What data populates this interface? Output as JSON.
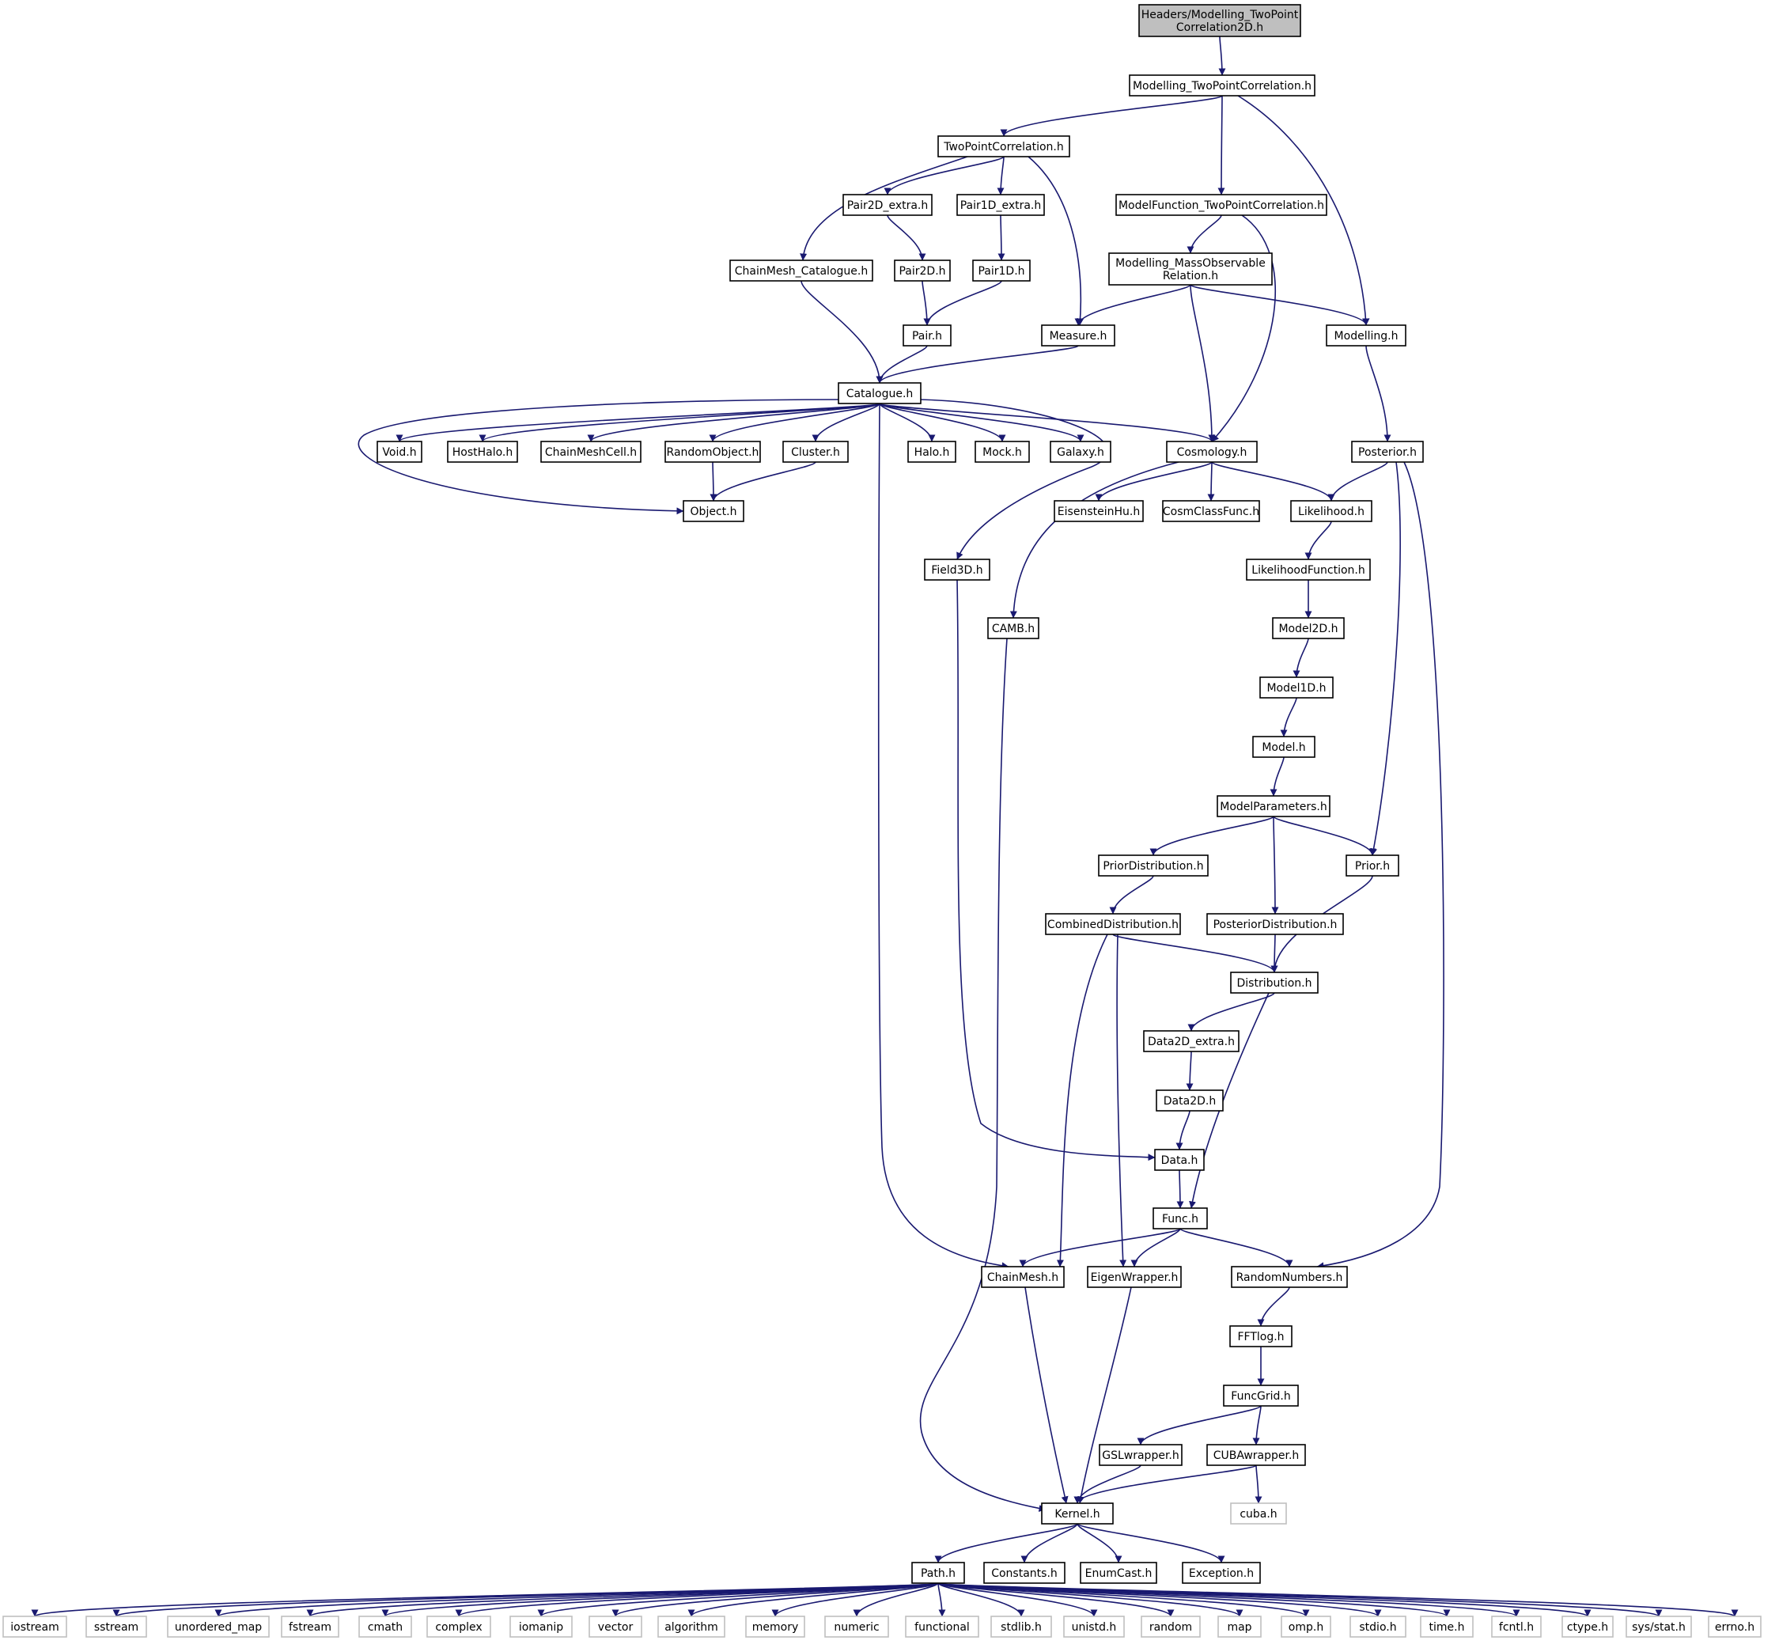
{
  "colors": {
    "edge": "#191970",
    "border": "#000000",
    "root_fill": "#bfbfbf",
    "system_border": "#bfbfbf"
  },
  "nodes": [
    {
      "id": "root",
      "lines": [
        "Headers/Modelling_TwoPoint",
        "Correlation2D.h"
      ],
      "kind": "root"
    },
    {
      "id": "mtpc",
      "lines": [
        "Modelling_TwoPointCorrelation.h"
      ],
      "kind": "local"
    },
    {
      "id": "tpc",
      "lines": [
        "TwoPointCorrelation.h"
      ],
      "kind": "local"
    },
    {
      "id": "mftpc",
      "lines": [
        "ModelFunction_TwoPointCorrelation.h"
      ],
      "kind": "local"
    },
    {
      "id": "modelling",
      "lines": [
        "Modelling.h"
      ],
      "kind": "local"
    },
    {
      "id": "cmcat",
      "lines": [
        "ChainMesh_Catalogue.h"
      ],
      "kind": "local"
    },
    {
      "id": "p2dx",
      "lines": [
        "Pair2D_extra.h"
      ],
      "kind": "local"
    },
    {
      "id": "p1dx",
      "lines": [
        "Pair1D_extra.h"
      ],
      "kind": "local"
    },
    {
      "id": "measure",
      "lines": [
        "Measure.h"
      ],
      "kind": "local"
    },
    {
      "id": "mmor",
      "lines": [
        "Modelling_MassObservable",
        "Relation.h"
      ],
      "kind": "local"
    },
    {
      "id": "p2d",
      "lines": [
        "Pair2D.h"
      ],
      "kind": "local"
    },
    {
      "id": "p1d",
      "lines": [
        "Pair1D.h"
      ],
      "kind": "local"
    },
    {
      "id": "pair",
      "lines": [
        "Pair.h"
      ],
      "kind": "local"
    },
    {
      "id": "catalogue",
      "lines": [
        "Catalogue.h"
      ],
      "kind": "local"
    },
    {
      "id": "void",
      "lines": [
        "Void.h"
      ],
      "kind": "local"
    },
    {
      "id": "hosthalo",
      "lines": [
        "HostHalo.h"
      ],
      "kind": "local"
    },
    {
      "id": "cmcell",
      "lines": [
        "ChainMeshCell.h"
      ],
      "kind": "local"
    },
    {
      "id": "randobj",
      "lines": [
        "RandomObject.h"
      ],
      "kind": "local"
    },
    {
      "id": "cluster",
      "lines": [
        "Cluster.h"
      ],
      "kind": "local"
    },
    {
      "id": "halo",
      "lines": [
        "Halo.h"
      ],
      "kind": "local"
    },
    {
      "id": "mock",
      "lines": [
        "Mock.h"
      ],
      "kind": "local"
    },
    {
      "id": "galaxy",
      "lines": [
        "Galaxy.h"
      ],
      "kind": "local"
    },
    {
      "id": "cosmology",
      "lines": [
        "Cosmology.h"
      ],
      "kind": "local"
    },
    {
      "id": "posterior",
      "lines": [
        "Posterior.h"
      ],
      "kind": "local"
    },
    {
      "id": "object",
      "lines": [
        "Object.h"
      ],
      "kind": "local"
    },
    {
      "id": "eisenstein",
      "lines": [
        "EisensteinHu.h"
      ],
      "kind": "local"
    },
    {
      "id": "cosmclass",
      "lines": [
        "CosmClassFunc.h"
      ],
      "kind": "local"
    },
    {
      "id": "likelihood",
      "lines": [
        "Likelihood.h"
      ],
      "kind": "local"
    },
    {
      "id": "field3d",
      "lines": [
        "Field3D.h"
      ],
      "kind": "local"
    },
    {
      "id": "likefunc",
      "lines": [
        "LikelihoodFunction.h"
      ],
      "kind": "local"
    },
    {
      "id": "camb",
      "lines": [
        "CAMB.h"
      ],
      "kind": "local"
    },
    {
      "id": "model2d",
      "lines": [
        "Model2D.h"
      ],
      "kind": "local"
    },
    {
      "id": "model1d",
      "lines": [
        "Model1D.h"
      ],
      "kind": "local"
    },
    {
      "id": "model",
      "lines": [
        "Model.h"
      ],
      "kind": "local"
    },
    {
      "id": "modelparams",
      "lines": [
        "ModelParameters.h"
      ],
      "kind": "local"
    },
    {
      "id": "priordist",
      "lines": [
        "PriorDistribution.h"
      ],
      "kind": "local"
    },
    {
      "id": "prior",
      "lines": [
        "Prior.h"
      ],
      "kind": "local"
    },
    {
      "id": "combdist",
      "lines": [
        "CombinedDistribution.h"
      ],
      "kind": "local"
    },
    {
      "id": "postdist",
      "lines": [
        "PosteriorDistribution.h"
      ],
      "kind": "local"
    },
    {
      "id": "distribution",
      "lines": [
        "Distribution.h"
      ],
      "kind": "local"
    },
    {
      "id": "data2dx",
      "lines": [
        "Data2D_extra.h"
      ],
      "kind": "local"
    },
    {
      "id": "data2d",
      "lines": [
        "Data2D.h"
      ],
      "kind": "local"
    },
    {
      "id": "data",
      "lines": [
        "Data.h"
      ],
      "kind": "local"
    },
    {
      "id": "func",
      "lines": [
        "Func.h"
      ],
      "kind": "local"
    },
    {
      "id": "chainmesh",
      "lines": [
        "ChainMesh.h"
      ],
      "kind": "local"
    },
    {
      "id": "eigen",
      "lines": [
        "EigenWrapper.h"
      ],
      "kind": "local"
    },
    {
      "id": "randnum",
      "lines": [
        "RandomNumbers.h"
      ],
      "kind": "local"
    },
    {
      "id": "fftlog",
      "lines": [
        "FFTlog.h"
      ],
      "kind": "local"
    },
    {
      "id": "funcgrid",
      "lines": [
        "FuncGrid.h"
      ],
      "kind": "local"
    },
    {
      "id": "gsl",
      "lines": [
        "GSLwrapper.h"
      ],
      "kind": "local"
    },
    {
      "id": "cuba",
      "lines": [
        "CUBAwrapper.h"
      ],
      "kind": "local"
    },
    {
      "id": "kernel",
      "lines": [
        "Kernel.h"
      ],
      "kind": "local"
    },
    {
      "id": "cubah",
      "lines": [
        "cuba.h"
      ],
      "kind": "system"
    },
    {
      "id": "path",
      "lines": [
        "Path.h"
      ],
      "kind": "local"
    },
    {
      "id": "constants",
      "lines": [
        "Constants.h"
      ],
      "kind": "local"
    },
    {
      "id": "enumcast",
      "lines": [
        "EnumCast.h"
      ],
      "kind": "local"
    },
    {
      "id": "exception",
      "lines": [
        "Exception.h"
      ],
      "kind": "local"
    },
    {
      "id": "s_iostream",
      "lines": [
        "iostream"
      ],
      "kind": "system"
    },
    {
      "id": "s_sstream",
      "lines": [
        "sstream"
      ],
      "kind": "system"
    },
    {
      "id": "s_umap",
      "lines": [
        "unordered_map"
      ],
      "kind": "system"
    },
    {
      "id": "s_fstream",
      "lines": [
        "fstream"
      ],
      "kind": "system"
    },
    {
      "id": "s_cmath",
      "lines": [
        "cmath"
      ],
      "kind": "system"
    },
    {
      "id": "s_complex",
      "lines": [
        "complex"
      ],
      "kind": "system"
    },
    {
      "id": "s_iomanip",
      "lines": [
        "iomanip"
      ],
      "kind": "system"
    },
    {
      "id": "s_vector",
      "lines": [
        "vector"
      ],
      "kind": "system"
    },
    {
      "id": "s_algorithm",
      "lines": [
        "algorithm"
      ],
      "kind": "system"
    },
    {
      "id": "s_memory",
      "lines": [
        "memory"
      ],
      "kind": "system"
    },
    {
      "id": "s_numeric",
      "lines": [
        "numeric"
      ],
      "kind": "system"
    },
    {
      "id": "s_functional",
      "lines": [
        "functional"
      ],
      "kind": "system"
    },
    {
      "id": "s_stdlib",
      "lines": [
        "stdlib.h"
      ],
      "kind": "system"
    },
    {
      "id": "s_unistd",
      "lines": [
        "unistd.h"
      ],
      "kind": "system"
    },
    {
      "id": "s_random",
      "lines": [
        "random"
      ],
      "kind": "system"
    },
    {
      "id": "s_map",
      "lines": [
        "map"
      ],
      "kind": "system"
    },
    {
      "id": "s_omp",
      "lines": [
        "omp.h"
      ],
      "kind": "system"
    },
    {
      "id": "s_stdio",
      "lines": [
        "stdio.h"
      ],
      "kind": "system"
    },
    {
      "id": "s_time",
      "lines": [
        "time.h"
      ],
      "kind": "system"
    },
    {
      "id": "s_fcntl",
      "lines": [
        "fcntl.h"
      ],
      "kind": "system"
    },
    {
      "id": "s_ctype",
      "lines": [
        "ctype.h"
      ],
      "kind": "system"
    },
    {
      "id": "s_sysstat",
      "lines": [
        "sys/stat.h"
      ],
      "kind": "system"
    },
    {
      "id": "s_errno",
      "lines": [
        "errno.h"
      ],
      "kind": "system"
    }
  ],
  "edges": [
    [
      "root",
      "mtpc"
    ],
    [
      "mtpc",
      "tpc"
    ],
    [
      "mtpc",
      "mftpc"
    ],
    [
      "mtpc",
      "modelling"
    ],
    [
      "tpc",
      "p2dx"
    ],
    [
      "tpc",
      "p1dx"
    ],
    [
      "tpc",
      "cmcat"
    ],
    [
      "tpc",
      "measure"
    ],
    [
      "mftpc",
      "mmor"
    ],
    [
      "mftpc",
      "cosmology"
    ],
    [
      "p2dx",
      "p2d"
    ],
    [
      "p1dx",
      "p1d"
    ],
    [
      "p2d",
      "pair"
    ],
    [
      "p1d",
      "pair"
    ],
    [
      "cmcat",
      "catalogue"
    ],
    [
      "pair",
      "catalogue"
    ],
    [
      "measure",
      "catalogue"
    ],
    [
      "mmor",
      "measure"
    ],
    [
      "mmor",
      "modelling"
    ],
    [
      "mmor",
      "cosmology"
    ],
    [
      "modelling",
      "posterior"
    ],
    [
      "catalogue",
      "void"
    ],
    [
      "catalogue",
      "hosthalo"
    ],
    [
      "catalogue",
      "cmcell"
    ],
    [
      "catalogue",
      "randobj"
    ],
    [
      "catalogue",
      "cluster"
    ],
    [
      "catalogue",
      "halo"
    ],
    [
      "catalogue",
      "mock"
    ],
    [
      "catalogue",
      "galaxy"
    ],
    [
      "catalogue",
      "cosmology"
    ],
    [
      "catalogue",
      "object"
    ],
    [
      "catalogue",
      "field3d"
    ],
    [
      "catalogue",
      "chainmesh"
    ],
    [
      "randobj",
      "object"
    ],
    [
      "cluster",
      "object"
    ],
    [
      "cosmology",
      "eisenstein"
    ],
    [
      "cosmology",
      "cosmclass"
    ],
    [
      "cosmology",
      "likelihood"
    ],
    [
      "cosmology",
      "camb"
    ],
    [
      "posterior",
      "likelihood"
    ],
    [
      "posterior",
      "prior"
    ],
    [
      "posterior",
      "randnum"
    ],
    [
      "likelihood",
      "likefunc"
    ],
    [
      "likefunc",
      "model2d"
    ],
    [
      "model2d",
      "model1d"
    ],
    [
      "model1d",
      "model"
    ],
    [
      "model",
      "modelparams"
    ],
    [
      "modelparams",
      "priordist"
    ],
    [
      "modelparams",
      "postdist"
    ],
    [
      "modelparams",
      "prior"
    ],
    [
      "priordist",
      "combdist"
    ],
    [
      "prior",
      "distribution"
    ],
    [
      "postdist",
      "distribution"
    ],
    [
      "combdist",
      "distribution"
    ],
    [
      "combdist",
      "chainmesh"
    ],
    [
      "combdist",
      "eigen"
    ],
    [
      "distribution",
      "data2dx"
    ],
    [
      "distribution",
      "func"
    ],
    [
      "data2dx",
      "data2d"
    ],
    [
      "data2d",
      "data"
    ],
    [
      "field3d",
      "data"
    ],
    [
      "data",
      "func"
    ],
    [
      "func",
      "chainmesh"
    ],
    [
      "func",
      "eigen"
    ],
    [
      "func",
      "randnum"
    ],
    [
      "camb",
      "kernel"
    ],
    [
      "chainmesh",
      "kernel"
    ],
    [
      "eigen",
      "kernel"
    ],
    [
      "randnum",
      "fftlog"
    ],
    [
      "fftlog",
      "funcgrid"
    ],
    [
      "funcgrid",
      "gsl"
    ],
    [
      "funcgrid",
      "cuba"
    ],
    [
      "gsl",
      "kernel"
    ],
    [
      "cuba",
      "kernel"
    ],
    [
      "cuba",
      "cubah"
    ],
    [
      "kernel",
      "path"
    ],
    [
      "kernel",
      "constants"
    ],
    [
      "kernel",
      "enumcast"
    ],
    [
      "kernel",
      "exception"
    ],
    [
      "path",
      "s_iostream"
    ],
    [
      "path",
      "s_sstream"
    ],
    [
      "path",
      "s_umap"
    ],
    [
      "path",
      "s_fstream"
    ],
    [
      "path",
      "s_cmath"
    ],
    [
      "path",
      "s_complex"
    ],
    [
      "path",
      "s_iomanip"
    ],
    [
      "path",
      "s_vector"
    ],
    [
      "path",
      "s_algorithm"
    ],
    [
      "path",
      "s_memory"
    ],
    [
      "path",
      "s_numeric"
    ],
    [
      "path",
      "s_functional"
    ],
    [
      "path",
      "s_stdlib"
    ],
    [
      "path",
      "s_unistd"
    ],
    [
      "path",
      "s_random"
    ],
    [
      "path",
      "s_map"
    ],
    [
      "path",
      "s_omp"
    ],
    [
      "path",
      "s_stdio"
    ],
    [
      "path",
      "s_time"
    ],
    [
      "path",
      "s_fcntl"
    ],
    [
      "path",
      "s_ctype"
    ],
    [
      "path",
      "s_sysstat"
    ],
    [
      "path",
      "s_errno"
    ]
  ]
}
